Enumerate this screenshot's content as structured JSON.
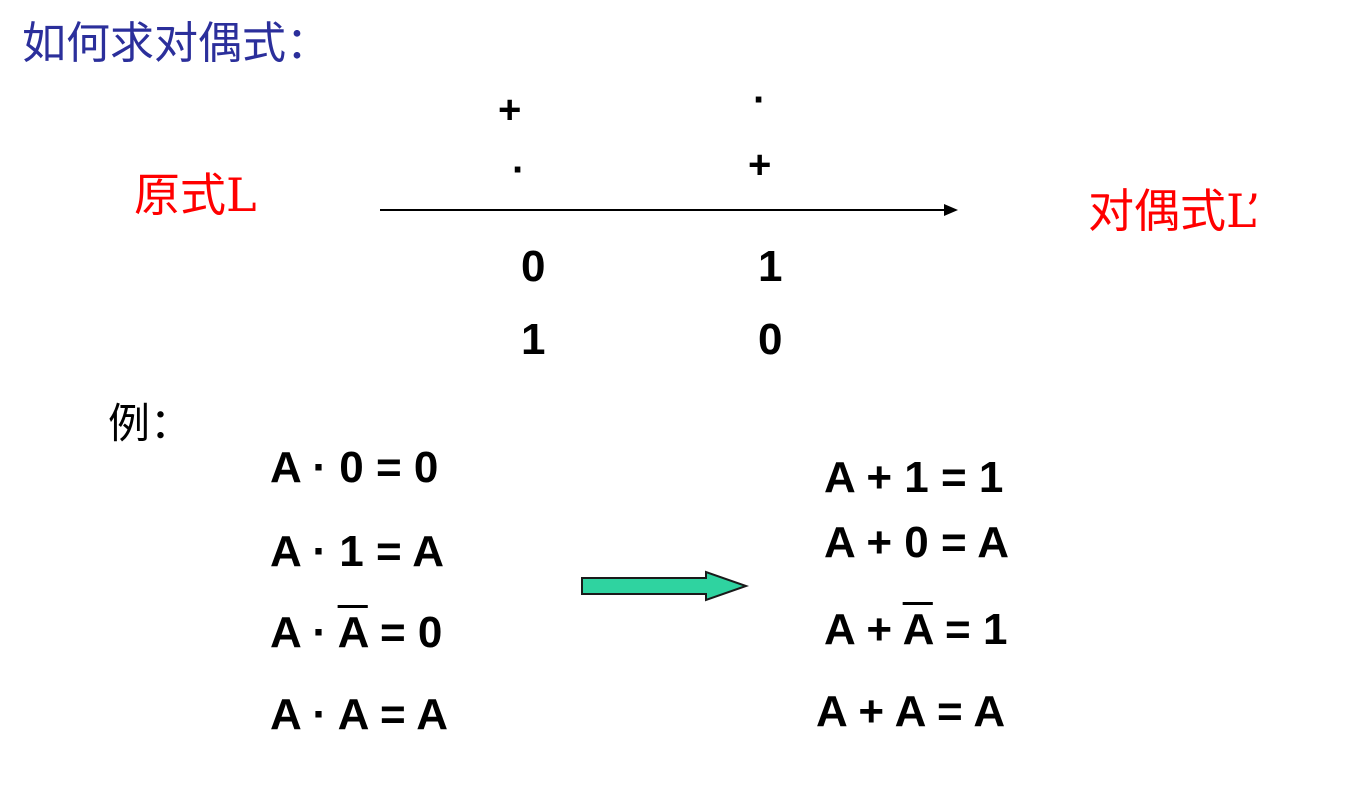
{
  "title": "如何求对偶式：",
  "original_label": "原式L",
  "dual_label": "对偶式L’",
  "mapping": {
    "left_column": [
      "+",
      "·",
      "0",
      "1"
    ],
    "right_column": [
      "·",
      "+",
      "1",
      "0"
    ]
  },
  "example_label": "例：",
  "examples": {
    "original": [
      {
        "lhs": "A · 0",
        "rhs": "= 0"
      },
      {
        "lhs": "A · 1",
        "rhs": "= A"
      },
      {
        "lhs_prefix": "A · ",
        "lhs_var": "A",
        "rhs": " = 0"
      },
      {
        "lhs": "A · A",
        "rhs": "= A"
      }
    ],
    "dual": [
      {
        "lhs": "A + 1",
        "rhs": "= 1"
      },
      {
        "lhs": "A + 0",
        "rhs": "= A"
      },
      {
        "lhs_prefix": "A + ",
        "lhs_var": "A",
        "rhs": " = 1"
      },
      {
        "lhs": "A + A",
        "rhs": "= A"
      }
    ]
  },
  "colors": {
    "title": "#2b2f9b",
    "label": "#ff0000",
    "arrow_fill": "#2fd3a0",
    "arrow_stroke": "#1a1a1a"
  }
}
